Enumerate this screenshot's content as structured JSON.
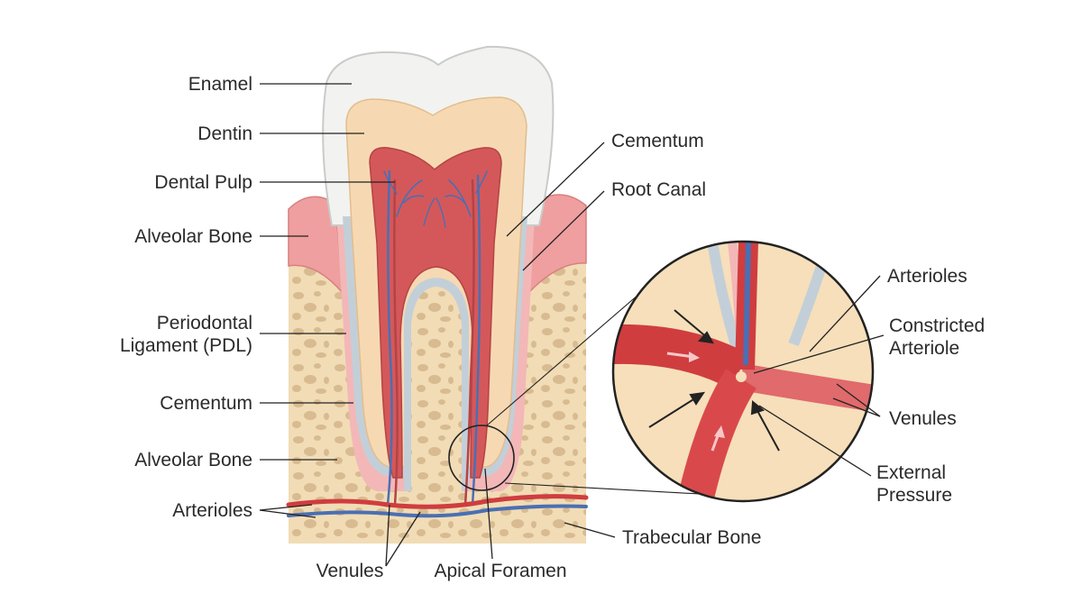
{
  "labels": {
    "enamel": "Enamel",
    "dentin": "Dentin",
    "dental_pulp": "Dental Pulp",
    "alveolar_bone_top": "Alveolar Bone",
    "pdl_line1": "Periodontal",
    "pdl_line2": "Ligament (PDL)",
    "cementum_left": "Cementum",
    "alveolar_bone_bottom": "Alveolar Bone",
    "arterioles_left": "Arterioles",
    "venules_bottom": "Venules",
    "apical_foramen": "Apical Foramen",
    "trabecular_bone": "Trabecular Bone",
    "cementum_right": "Cementum",
    "root_canal": "Root Canal",
    "arterioles_inset": "Arterioles",
    "constricted_line1": "Constricted",
    "constricted_line2": "Arteriole",
    "venules_inset": "Venules",
    "external_line1": "External",
    "external_line2": "Pressure"
  },
  "colors": {
    "enamel": "#f2f3f0",
    "dentin": "#f6d9b2",
    "pulp": "#d4585a",
    "artery": "#cf3d3f",
    "vein": "#4a6fb3",
    "gum": "#ef9f9f",
    "bone": "#f1dcb6",
    "bone_spot": "#d8bb90",
    "cementum": "#c3cfd8"
  }
}
